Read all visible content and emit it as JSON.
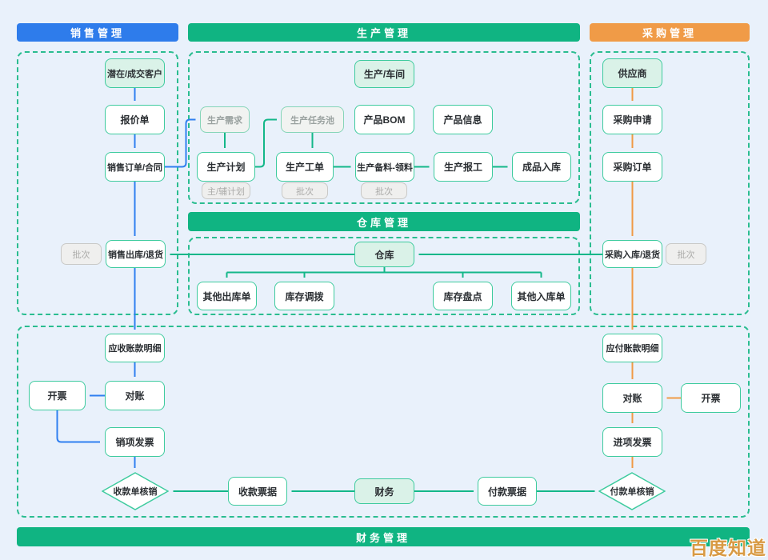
{
  "headers": {
    "sales": "销售管理",
    "production": "生产管理",
    "procurement": "采购管理",
    "warehouse": "仓库管理",
    "finance": "财务管理"
  },
  "sales": {
    "customer": "潜在/成交客户",
    "quotation": "报价单",
    "order": "销售订单/合同",
    "batch_tag": "批次",
    "outbound": "销售出库/退货",
    "receivable": "应收账款明细",
    "reconcile": "对账",
    "invoice": "开票",
    "sales_invoice": "销项发票",
    "receipt_writeoff": "收款单核销"
  },
  "production": {
    "workshop": "生产/车间",
    "demand": "生产需求",
    "task_pool": "生产任务池",
    "bom": "产品BOM",
    "product_info": "产品信息",
    "plan": "生产计划",
    "plan_tag": "主/辅计划",
    "work_order": "生产工单",
    "work_order_tag": "批次",
    "material": "生产备料-领料",
    "material_tag": "批次",
    "report": "生产报工",
    "finished_inbound": "成品入库"
  },
  "warehouse": {
    "warehouse": "仓库",
    "other_outbound": "其他出库单",
    "transfer": "库存调拨",
    "stocktake": "库存盘点",
    "other_inbound": "其他入库单"
  },
  "procurement": {
    "supplier": "供应商",
    "request": "采购申请",
    "order": "采购订单",
    "inbound": "采购入库/退货",
    "batch_tag": "批次",
    "payable": "应付账款明细",
    "reconcile": "对账",
    "invoice": "开票",
    "input_invoice": "进项发票",
    "payment_writeoff": "付款单核销"
  },
  "finance": {
    "receipt_note": "收款票据",
    "finance": "财务",
    "payment_note": "付款票据"
  },
  "watermark": "百度知道",
  "colors": {
    "sales_accent": "#2e7ceb",
    "flow_green": "#14b789",
    "procurement_accent": "#f09b47",
    "header_green": "#10b482",
    "zone_border": "#2abd90",
    "canvas_bg": "#e9f1fb"
  }
}
